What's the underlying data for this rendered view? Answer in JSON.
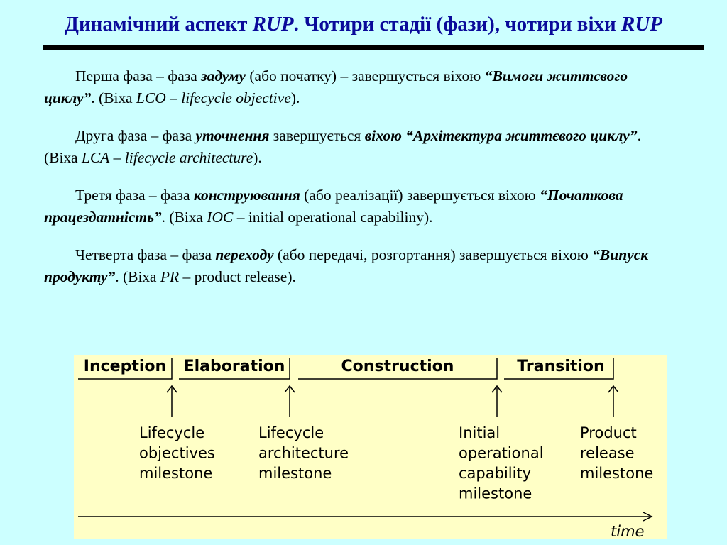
{
  "slide": {
    "title_parts": [
      "Динамічний аспект ",
      "RUP",
      ". Чотири стадії (фази), чотири віхи ",
      "RUP"
    ]
  },
  "paragraphs": [
    {
      "parts": [
        {
          "t": "Перша фаза – фаза ",
          "s": ""
        },
        {
          "t": "задуму",
          "s": "bi"
        },
        {
          "t": " (або початку) – завершується віхою ",
          "s": ""
        },
        {
          "t": "“Вимоги життєвого циклу”",
          "s": "bi"
        },
        {
          "t": ". (Віха ",
          "s": ""
        },
        {
          "t": "LCO",
          "s": "it"
        },
        {
          "t": " – ",
          "s": ""
        },
        {
          "t": "lifecycle objective",
          "s": "it"
        },
        {
          "t": ").",
          "s": ""
        }
      ]
    },
    {
      "parts": [
        {
          "t": "Друга фаза – фаза ",
          "s": ""
        },
        {
          "t": "уточнення",
          "s": "bi"
        },
        {
          "t": " завершується ",
          "s": ""
        },
        {
          "t": "віхою “Архітектура життєвого циклу”",
          "s": "bi"
        },
        {
          "t": ". (Віха ",
          "s": ""
        },
        {
          "t": "LCA",
          "s": "it"
        },
        {
          "t": " – ",
          "s": ""
        },
        {
          "t": "lifecycle architecture",
          "s": "it"
        },
        {
          "t": ").",
          "s": ""
        }
      ]
    },
    {
      "parts": [
        {
          "t": "Третя фаза – фаза ",
          "s": ""
        },
        {
          "t": "конструювання",
          "s": "bi"
        },
        {
          "t": " (або реалізації) завершується віхою ",
          "s": ""
        },
        {
          "t": "“Початкова працездатність”",
          "s": "bi"
        },
        {
          "t": ". (Віха ",
          "s": ""
        },
        {
          "t": "IOC",
          "s": "it"
        },
        {
          "t": " – initial operational capabiliny).",
          "s": ""
        }
      ]
    },
    {
      "parts": [
        {
          "t": "Четверта фаза – фаза ",
          "s": ""
        },
        {
          "t": "переходу",
          "s": "bi"
        },
        {
          "t": " (або передачі, розгортання) завершується віхою ",
          "s": ""
        },
        {
          "t": "“Випуск продукту”",
          "s": "bi"
        },
        {
          "t": ". (Віха ",
          "s": ""
        },
        {
          "t": "PR",
          "s": "it"
        },
        {
          "t": " – product release).",
          "s": ""
        }
      ]
    }
  ],
  "diagram": {
    "phases": [
      "Inception",
      "Elaboration",
      "Construction",
      "Transition"
    ],
    "milestones": [
      {
        "lines": [
          "Lifecycle",
          "objectives",
          "milestone"
        ]
      },
      {
        "lines": [
          "Lifecycle",
          "architecture",
          "milestone"
        ]
      },
      {
        "lines": [
          "Initial",
          "operational",
          "capability",
          "milestone"
        ]
      },
      {
        "lines": [
          "Product",
          "release",
          "milestone"
        ]
      }
    ],
    "axis_label": "time"
  }
}
